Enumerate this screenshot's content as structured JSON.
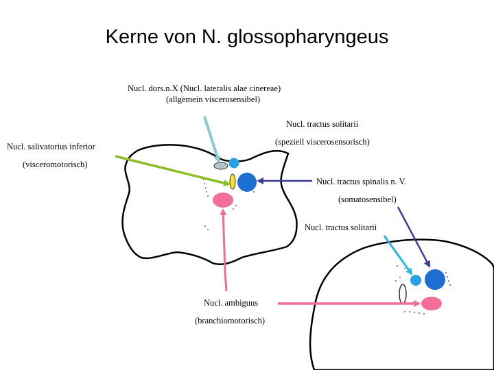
{
  "title": "Kerne von N. glossopharyngeus",
  "labels": {
    "dors_line1": "Nucl. dors.n.X (Nucl. lateralis alae cinereae)",
    "dors_line2": "(allgemein viscerosensibel)",
    "solitarii_top": "Nucl. tractus solitarii",
    "speziell": "(speziell viscerosensorisch)",
    "salivatorius": "Nucl. salivatorius inferior",
    "visceromotorisch": "(visceromotorisch)",
    "spinalis": "Nucl. tractus spinalis n. V.",
    "somatosensibel": "(somatosensibel)",
    "solitarii_lower": "Nucl. tractus solitarii",
    "ambiguus": "Nucl. ambiguus",
    "branchiomotorisch": "(branchiomotorisch)"
  },
  "colors": {
    "light_blue_arrow": "#8cc8d2",
    "salivatorius_green": "#8cbe28",
    "spinalis_dark_blue": "#3c3c96",
    "solitarii_cyan": "#28b4e6",
    "ambiguus_pink": "#ee6e96",
    "nucleus_blue": "#1e6ed2",
    "nucleus_cyan": "#28a0e6",
    "nucleus_pink": "#f56e96",
    "nucleus_yellow": "#f0e132",
    "nucleus_grey": "#b4c8c8"
  }
}
